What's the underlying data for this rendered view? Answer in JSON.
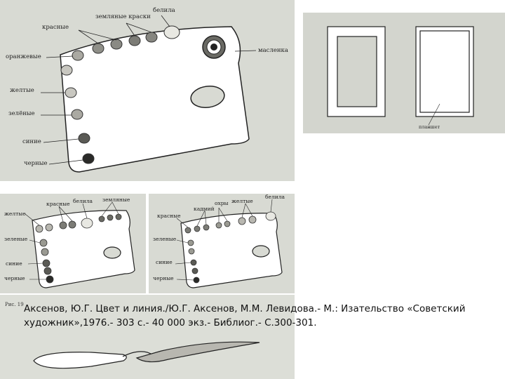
{
  "top_palette": {
    "labels": {
      "earth": "земляные краски",
      "white": "белила",
      "red": "красные",
      "orange": "оранжевые",
      "oiler": "масленка",
      "yellow": "желтые",
      "green": "зелёные",
      "blue": "синие",
      "black": "черные"
    }
  },
  "frames": {
    "label": "планшет"
  },
  "left_palette": {
    "labels": {
      "yellow": "желтые",
      "red": "красные",
      "white": "белила",
      "earth": "земляные",
      "green": "зеленые",
      "blue": "синие",
      "black": "черные"
    }
  },
  "right_palette": {
    "labels": {
      "cadmium": "кадмий",
      "ochre": "охры",
      "yellow": "желтые",
      "white": "белила",
      "red": "красные",
      "green": "зеленые",
      "blue": "синие",
      "black": "черные"
    }
  },
  "figure_label": "Рис. 19",
  "caption": "Аксенов, Ю.Г. Цвет и линия./Ю.Г. Аксенов, М.М. Левидова.- М.: Изательство «Советский художник»,1976.- 303 с.- 40 000 экз.- Библиог.- С.300-301."
}
